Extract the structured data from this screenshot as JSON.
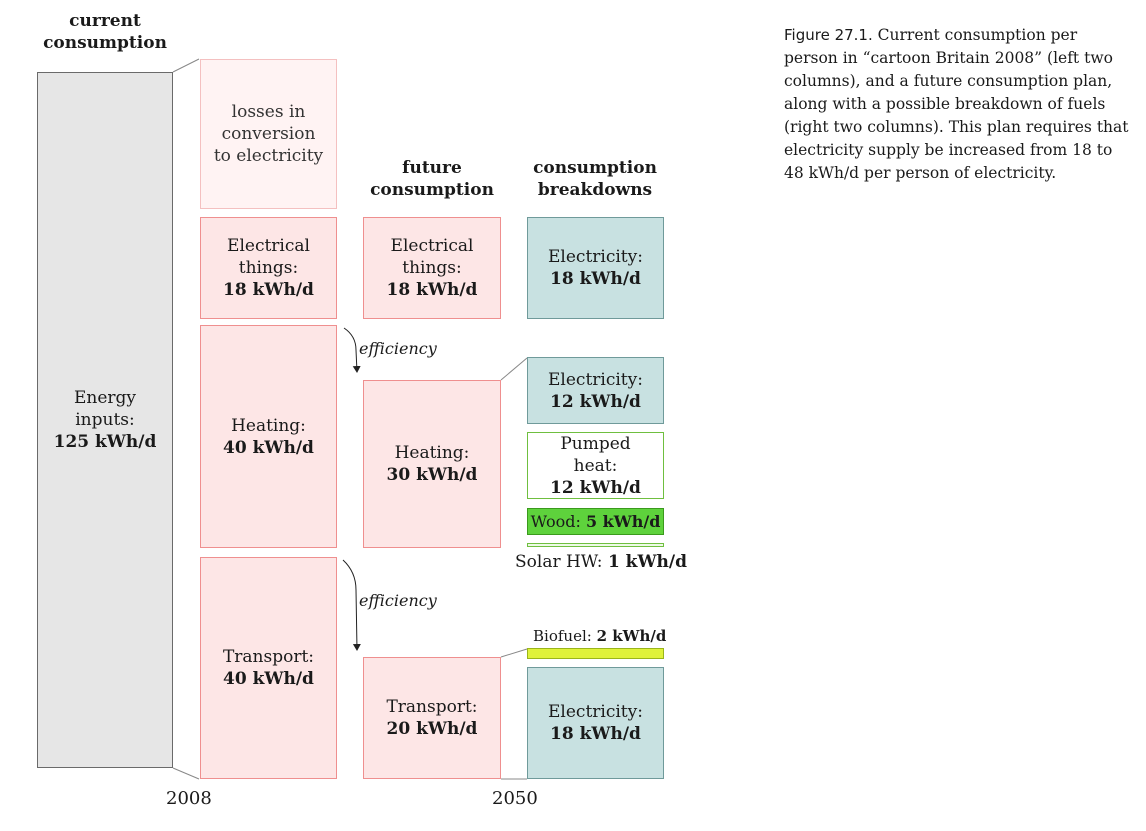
{
  "headings": {
    "current": [
      "current",
      "consumption"
    ],
    "future": [
      "future",
      "consumption"
    ],
    "breakdown": [
      "consumption",
      "breakdowns"
    ]
  },
  "energy_inputs": {
    "label1": "Energy",
    "label2": "inputs:",
    "value": "125 kWh/d"
  },
  "losses": {
    "line1": "losses in",
    "line2": "conversion",
    "line3": "to electricity"
  },
  "current_col": {
    "electrical": {
      "line1": "Electrical",
      "line2": "things:",
      "value": "18 kWh/d"
    },
    "heating": {
      "line1": "Heating:",
      "value": "40 kWh/d"
    },
    "transport": {
      "line1": "Transport:",
      "value": "40 kWh/d"
    }
  },
  "future_col": {
    "electrical": {
      "line1": "Electrical",
      "line2": "things:",
      "value": "18 kWh/d"
    },
    "heating": {
      "line1": "Heating:",
      "value": "30 kWh/d"
    },
    "transport": {
      "line1": "Transport:",
      "value": "20 kWh/d"
    }
  },
  "breakdown_col": {
    "electricity_top": {
      "line1": "Electricity:",
      "value": "18 kWh/d"
    },
    "electricity_heat": {
      "line1": "Electricity:",
      "value": "12 kWh/d"
    },
    "pumped_heat": {
      "line1": "Pumped",
      "line2": "heat:",
      "value": "12 kWh/d"
    },
    "wood": {
      "label": "Wood: ",
      "value": "5 kWh/d"
    },
    "solar_hw": {
      "label": "Solar HW: ",
      "value": "1 kWh/d"
    },
    "biofuel": {
      "label": "Biofuel: ",
      "value": "2 kWh/d"
    },
    "electricity_transport": {
      "line1": "Electricity:",
      "value": "18 kWh/d"
    }
  },
  "annotations": {
    "efficiency1": "efficiency",
    "efficiency2": "efficiency"
  },
  "years": {
    "left": "2008",
    "right": "2050"
  },
  "caption": {
    "figure": "Figure 27.1.",
    "text": " Current consumption per person in “cartoon Britain 2008” (left two columns), and a future consumption plan, along with a possible breakdown of fuels (right two columns). This plan requires that electricity supply be increased from 18 to 48 kWh/d per person of electricity."
  },
  "colors": {
    "pink_fill": "#fde6e6",
    "pink_border": "#ef8f8f",
    "teal_fill": "#c8e1e1",
    "gray_fill": "#e6e6e6",
    "wood_green": "#5ed23c",
    "biofuel_lime": "#dff23a"
  }
}
